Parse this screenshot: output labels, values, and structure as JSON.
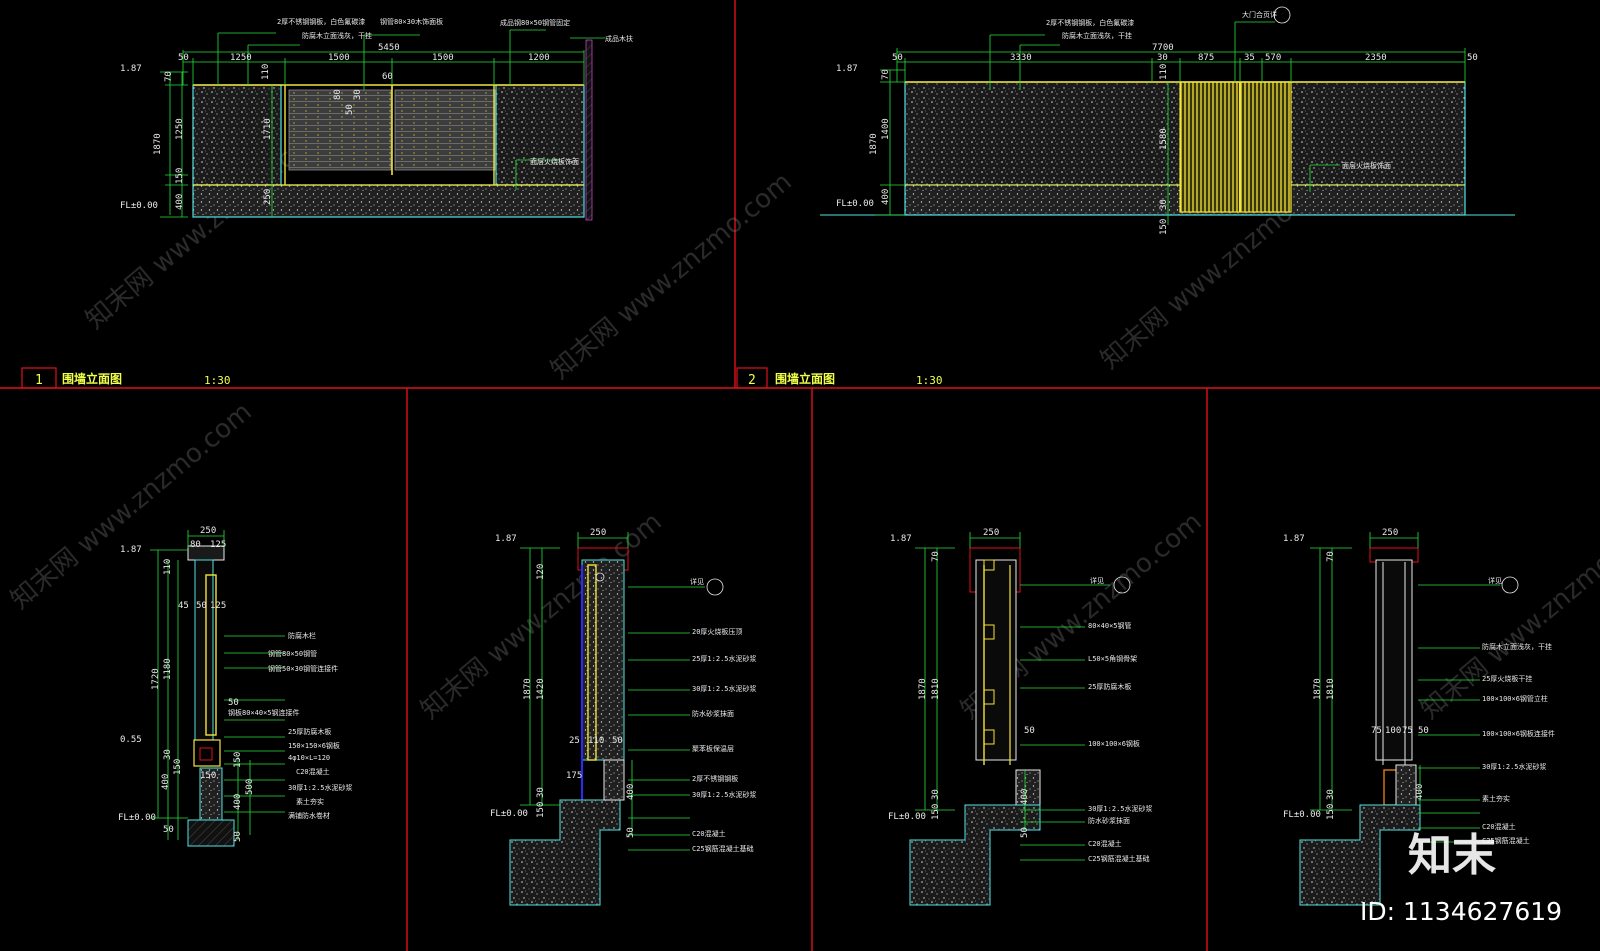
{
  "panels": {
    "p1": {
      "number": "1",
      "title": "围墙立面图",
      "scale": "1:30",
      "dims_top": [
        "50",
        "1250",
        "1500",
        "1500",
        "1200"
      ],
      "dim_total": "5450",
      "dim_small": "60",
      "dims_left": [
        "1.87",
        "70",
        "1250",
        "1870",
        "150",
        "400",
        "FL±0.00"
      ],
      "dims_inner": [
        "110",
        "1710",
        "250",
        "50",
        "80",
        "30"
      ],
      "notes": [
        "2厚不锈钢钢板，白色氟碳漆",
        "防腐木立面浅灰，干挂",
        "钢管80×30木饰面板",
        "成品钢80×50钢管固定",
        "成品木扶",
        "面层火烧板饰面"
      ]
    },
    "p2": {
      "number": "2",
      "title": "围墙立面图",
      "scale": "1:30",
      "dims_top": [
        "50",
        "3330",
        "30",
        "875",
        "35",
        "570",
        "2350",
        "50"
      ],
      "dim_total": "7700",
      "dims_left": [
        "1.87",
        "70",
        "1400",
        "1870",
        "400",
        "FL±0.00"
      ],
      "dims_inner": [
        "110",
        "1580",
        "30",
        "150"
      ],
      "notes": [
        "2厚不锈钢钢板，白色氟碳漆",
        "防腐木立面浅灰，干挂",
        "大门合页详",
        "面层火烧板饰面"
      ]
    },
    "s1": {
      "dims_top": [
        "250",
        "80",
        "125"
      ],
      "dims_left": [
        "1.87",
        "110",
        "1720",
        "1180",
        "0.55",
        "30",
        "150",
        "400",
        "FL±0.00",
        "50"
      ],
      "dims_inner": [
        "45",
        "50",
        "125",
        "50",
        "150",
        "150",
        "500",
        "400",
        "50"
      ],
      "notes": [
        "防腐木栏",
        "钢管80×50钢管",
        "钢管50×30钢管连接件",
        "钢板80×40×5钢连接件",
        "25厚防腐木板",
        "150×150×6钢板",
        "4φ10×L=120",
        "C20混凝土",
        "30厚1:2.5水泥砂浆",
        "素土夯实",
        "满铺防水卷材"
      ]
    },
    "s2": {
      "dims_top": [
        "250"
      ],
      "dims_left": [
        "1.87",
        "120",
        "1870",
        "1420",
        "FL±0.00",
        "150",
        "30"
      ],
      "dims_inner": [
        "25",
        "110",
        "50",
        "175",
        "400",
        "50"
      ],
      "notes": [
        "详见",
        "20厚火烧板压顶",
        "25厚1:2.5水泥砂浆",
        "30厚1:2.5水泥砂浆",
        "防水砂浆抹面",
        "聚苯板保温层",
        "2厚不锈钢钢板",
        "30厚1:2.5水泥砂浆",
        "C20混凝土",
        "C25钢筋混凝土基础"
      ]
    },
    "s3": {
      "dims_top": [
        "250"
      ],
      "dims_left": [
        "1.87",
        "70",
        "1870",
        "1810",
        "FL±0.00",
        "150",
        "30"
      ],
      "dims_inner": [
        "50",
        "400",
        "50"
      ],
      "notes": [
        "详见",
        "80×40×5钢管",
        "L50×5角钢骨架",
        "25厚防腐木板",
        "100×100×6钢板",
        "30厚1:2.5水泥砂浆",
        "防水砂浆抹面",
        "C20混凝土",
        "C25钢筋混凝土基础"
      ]
    },
    "s4": {
      "dims_top": [
        "250"
      ],
      "dims_left": [
        "1.87",
        "70",
        "1870",
        "1810",
        "FL±0.00",
        "150",
        "30"
      ],
      "dims_inner": [
        "75",
        "100",
        "75",
        "50",
        "400"
      ],
      "notes": [
        "详见",
        "防腐木立面浅灰，干挂",
        "25厚火烧板干挂",
        "100×100×6钢管立柱",
        "100×100×6钢板连接件",
        "30厚1:2.5水泥砂浆",
        "素土夯实",
        "C20混凝土",
        "C25钢筋混凝土"
      ]
    }
  },
  "watermark": {
    "site": "知末网 www.znzmo.com",
    "brand": "知末",
    "id": "ID: 1134627619"
  },
  "colors": {
    "background": "#000000",
    "frame": "#e0101a",
    "dimension": "#23e23a",
    "wall": "#4fe3e3",
    "accent": "#f6e33a",
    "text": "#e9e9e9"
  }
}
